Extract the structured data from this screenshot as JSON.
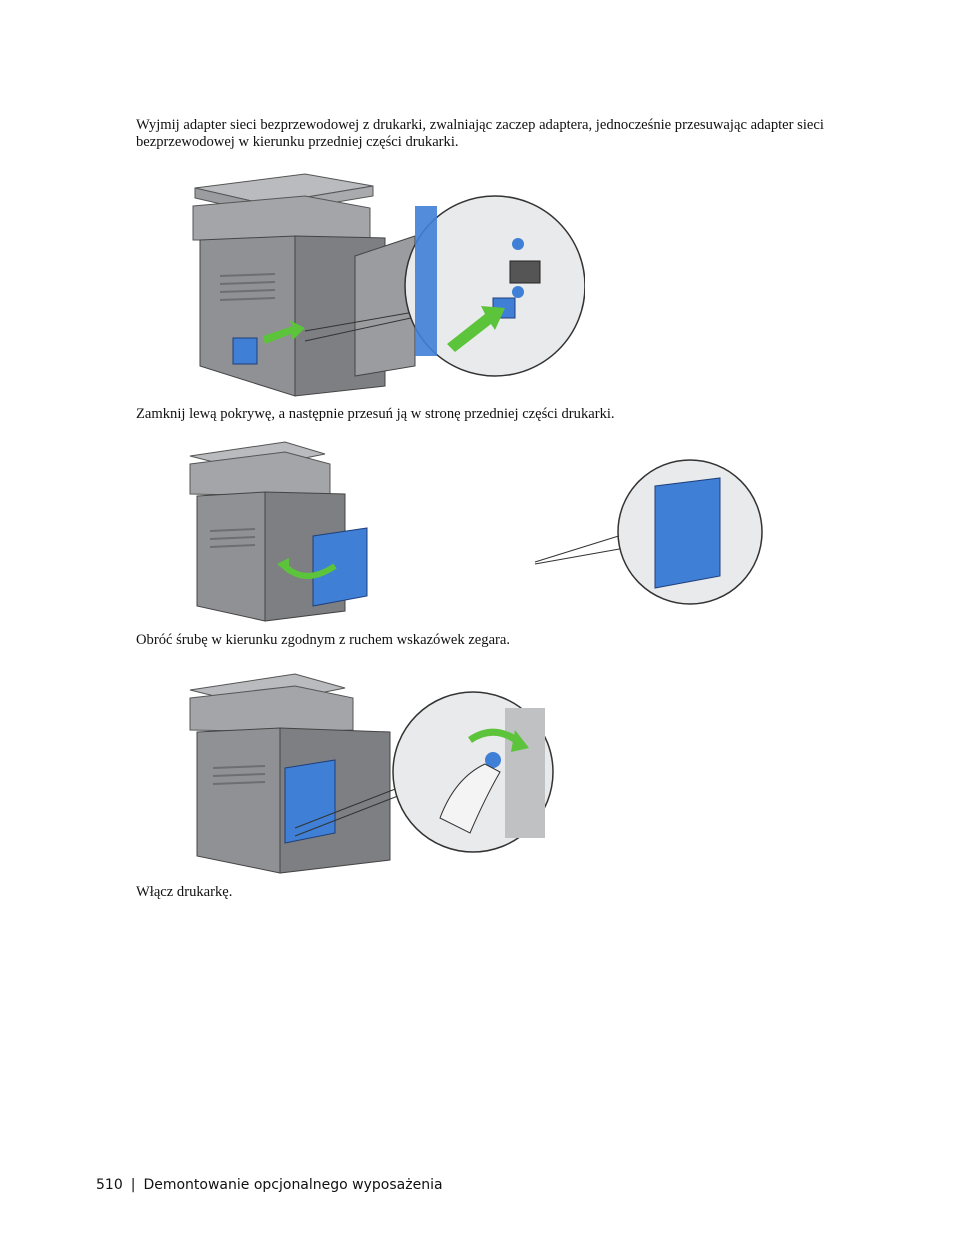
{
  "steps": [
    {
      "text": "Wyjmij adapter sieci bezprzewodowej z drukarki, zwalniając zaczep adaptera, jednocześnie przesuwając adapter sieci bezprzewodowej w kierunku przedniej części drukarki."
    },
    {
      "text": "Zamknij lewą pokrywę, a następnie przesuń ją w stronę przedniej części drukarki."
    },
    {
      "text": "Obróć śrubę w kierunku zgodnym z ruchem wskazówek zegara."
    },
    {
      "text": "Włącz drukarkę."
    }
  ],
  "footer": {
    "page_number": "510",
    "separator": "|",
    "section_title": "Demontowanie opcjonalnego wyposażenia"
  },
  "colors": {
    "accent_blue": "#3f7fd6",
    "accent_green": "#5cc43a",
    "printer_gray": "#8d8f92"
  }
}
